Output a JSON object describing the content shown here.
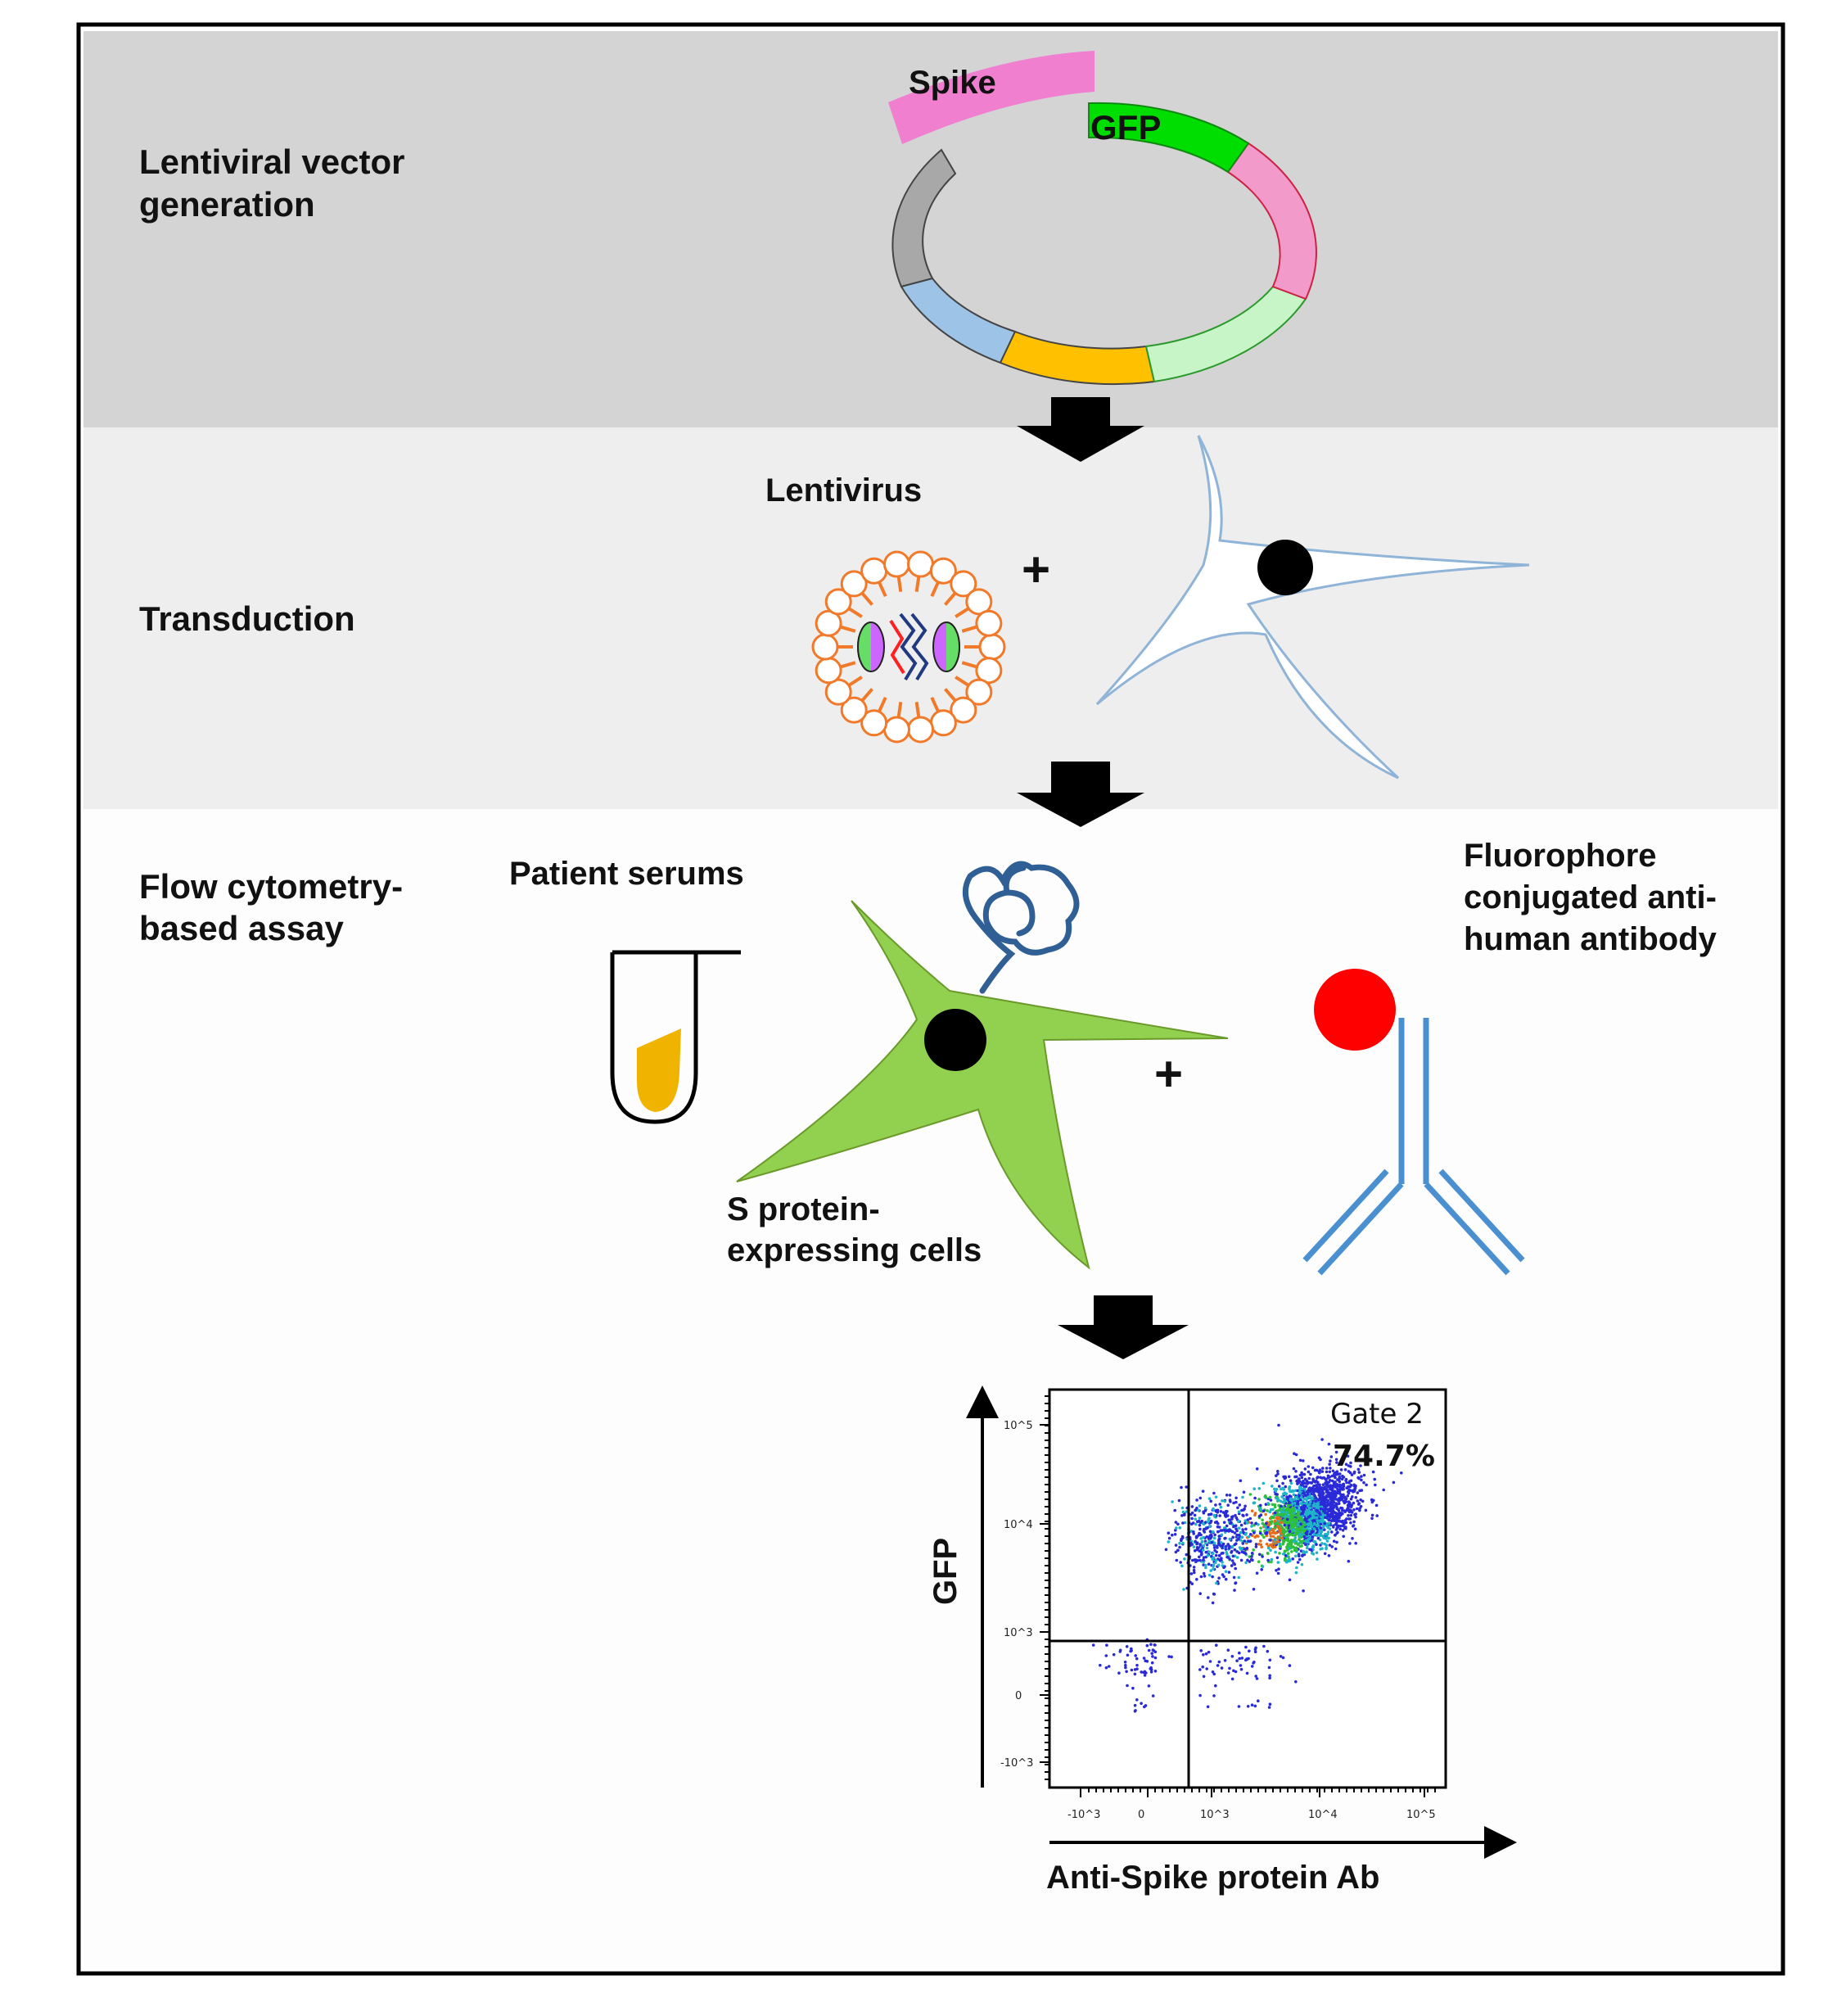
{
  "colors": {
    "panel1_bg": "#d4d4d4",
    "panel2_bg": "#eeeeee",
    "panel3_bg": "#fdfdfd",
    "spike": "#f07fd0",
    "gfp": "#00dd00",
    "plasmid_pink": "#f29ac9",
    "plasmid_lightgreen": "#c8f5c8",
    "plasmid_yellow": "#ffc000",
    "plasmid_blue": "#9dc3e6",
    "plasmid_gray": "#a8a8a8",
    "virus_orange": "#f07a2a",
    "green_cell": "#92d050",
    "antibody_blue": "#4a90d0",
    "fluorophore_red": "#ff0000",
    "serum_yellow": "#f0b400"
  },
  "stage1": {
    "title": "Lentiviral vector generation",
    "title_lines": [
      "Lentiviral vector",
      "generation"
    ],
    "spike_label": "Spike",
    "gfp_label": "GFP"
  },
  "stage2": {
    "title": "Transduction",
    "virus_label": "Lentivirus",
    "plus": "+"
  },
  "stage3": {
    "title_lines": [
      "Flow cytometry-",
      "based assay"
    ],
    "serum_label": "Patient serums",
    "cell_label_lines": [
      "S protein-",
      "expressing cells"
    ],
    "plus": "+",
    "antibody_label_lines": [
      "Fluorophore",
      "conjugated anti-",
      "human antibody"
    ]
  },
  "icons": [
    "plasmid-icon",
    "lentivirus-icon",
    "cell-icon",
    "tube-icon",
    "spike-protein-icon",
    "antibody-icon",
    "fluorophore-icon",
    "arrow-down-icon"
  ],
  "chart_data": {
    "type": "scatter",
    "title": "",
    "xlabel": "Anti-Spike protein Ab",
    "ylabel": "GFP",
    "x_scale": "biexponential",
    "y_scale": "biexponential",
    "x_ticks": [
      "-10^3",
      "0",
      "10^3",
      "10^4",
      "10^5"
    ],
    "y_ticks": [
      "10^5",
      "10^4",
      "10^3",
      "0",
      "-10^3"
    ],
    "gate": {
      "name": "Gate 2",
      "percent": "74.7%",
      "quadrant": "top-right"
    },
    "grid": false,
    "populations": [
      {
        "name": "",
        "center_x": 3000,
        "center_y": 8000,
        "count_share": 0.75
      },
      {
        "name": "",
        "center_x": 200,
        "center_y": 4000,
        "count_share": 0.2
      },
      {
        "name": "",
        "center_x": 50,
        "center_y": 100,
        "count_share": 0.05
      }
    ]
  }
}
